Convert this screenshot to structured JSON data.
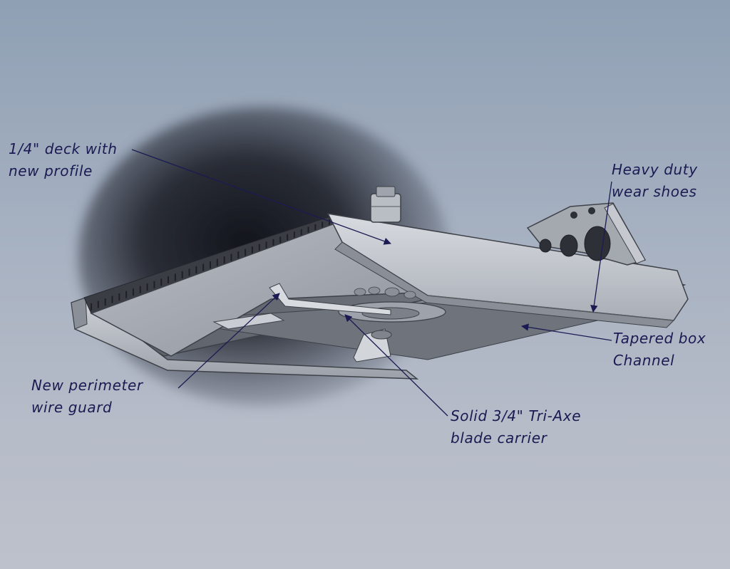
{
  "callouts": {
    "deck": {
      "line1": "1/4\" deck with",
      "line2": "new profile"
    },
    "wear_shoes": {
      "line1": "Heavy duty",
      "line2": "wear shoes"
    },
    "box_channel": {
      "line1": "Tapered box",
      "line2": "Channel"
    },
    "wire_guard": {
      "line1": "New perimeter",
      "line2": "wire guard"
    },
    "blade_carrier": {
      "line1": "Solid 3/4\" Tri-Axe",
      "line2": "blade carrier"
    }
  },
  "colors": {
    "label_text": "#1c1a52",
    "leader_line": "#1c1a52",
    "steel_light": "#c9ccd2",
    "steel_mid": "#9ea3ab",
    "steel_dark": "#4d5058"
  }
}
